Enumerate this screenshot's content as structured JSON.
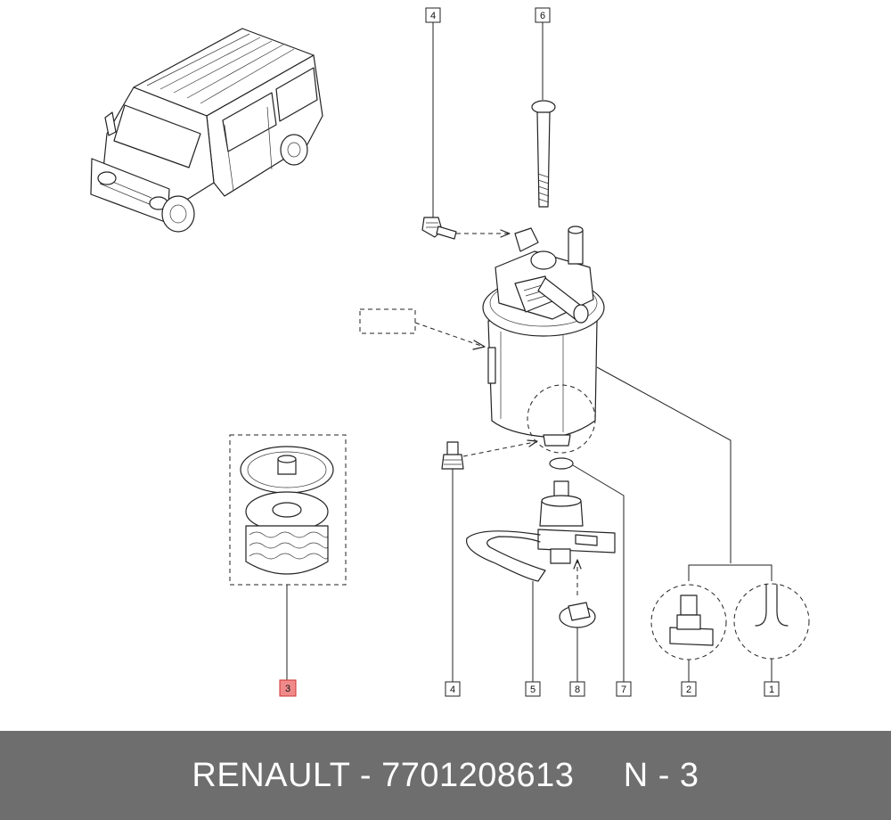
{
  "callouts": [
    {
      "id": "4",
      "label": "4"
    },
    {
      "id": "6",
      "label": "6"
    },
    {
      "id": "3",
      "label": "3",
      "highlighted": true
    },
    {
      "id": "4b",
      "label": "4"
    },
    {
      "id": "5",
      "label": "5"
    },
    {
      "id": "8",
      "label": "8"
    },
    {
      "id": "7",
      "label": "7"
    },
    {
      "id": "2",
      "label": "2"
    },
    {
      "id": "1",
      "label": "1"
    }
  ],
  "colors": {
    "highlight_fill": "#f08a8a",
    "footer_bg": "#6e6e6e",
    "footer_text": "#ffffff",
    "line": "#222222"
  },
  "footer": {
    "brand": "RENAULT",
    "separator": " - ",
    "part_number": "7701208613",
    "ref": "N - 3"
  }
}
